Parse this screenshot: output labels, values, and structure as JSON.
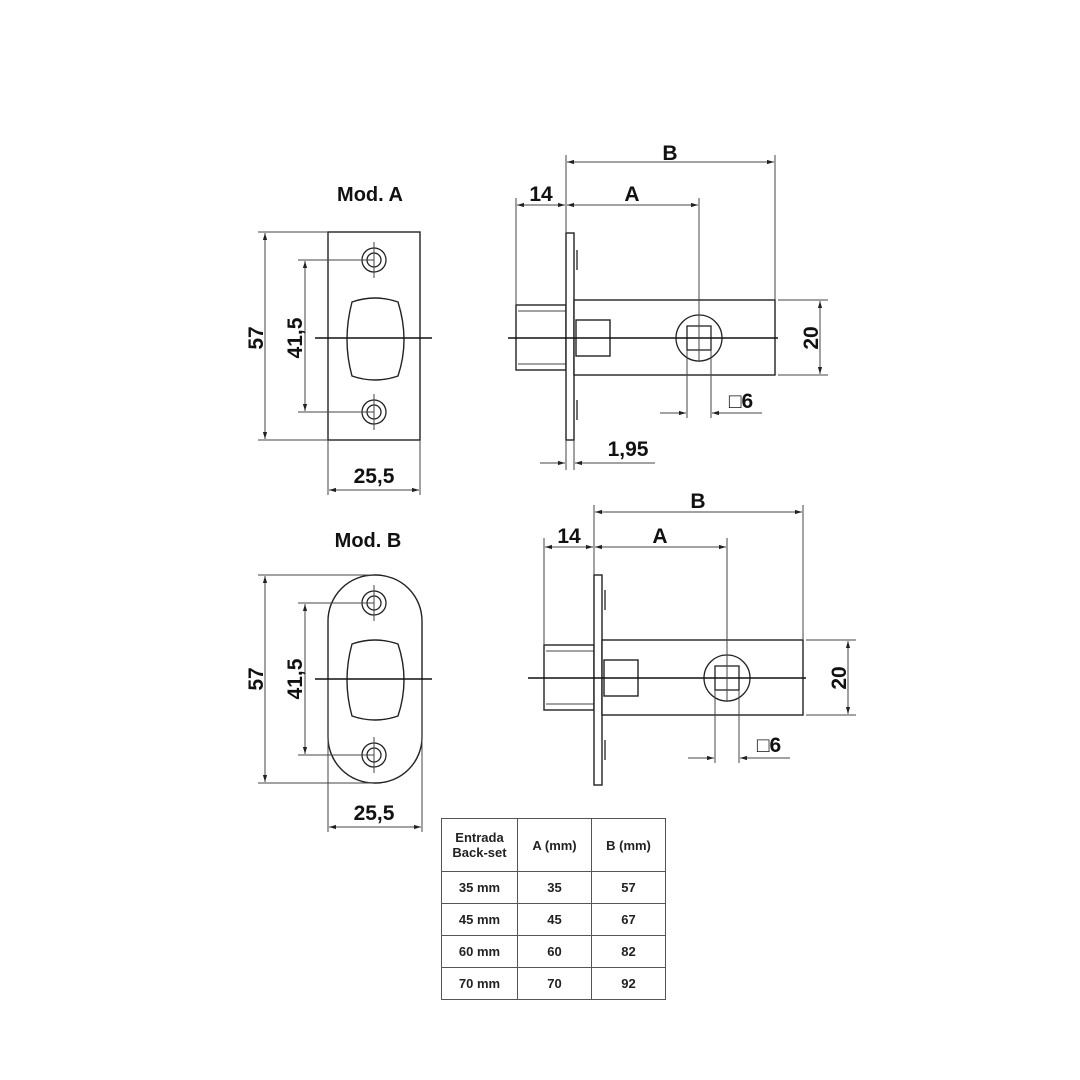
{
  "models": [
    {
      "title": "Mod. A",
      "height_dim": "57",
      "hole_spacing_dim": "41,5",
      "width_dim": "25,5"
    },
    {
      "title": "Mod. B",
      "height_dim": "57",
      "hole_spacing_dim": "41,5",
      "width_dim": "25,5"
    }
  ],
  "side_views": [
    {
      "b_label": "B",
      "a_label": "A",
      "bolt_dim": "14",
      "body_height_dim": "20",
      "spindle_dim": "□6",
      "plate_thickness_dim": "1,95"
    },
    {
      "b_label": "B",
      "a_label": "A",
      "bolt_dim": "14",
      "body_height_dim": "20",
      "spindle_dim": "□6"
    }
  ],
  "table": {
    "headers": [
      "Entrada",
      "Back-set",
      "A (mm)",
      "B (mm)"
    ],
    "rows": [
      [
        "35 mm",
        "35",
        "57"
      ],
      [
        "45 mm",
        "45",
        "67"
      ],
      [
        "60 mm",
        "60",
        "82"
      ],
      [
        "70 mm",
        "70",
        "92"
      ]
    ]
  }
}
